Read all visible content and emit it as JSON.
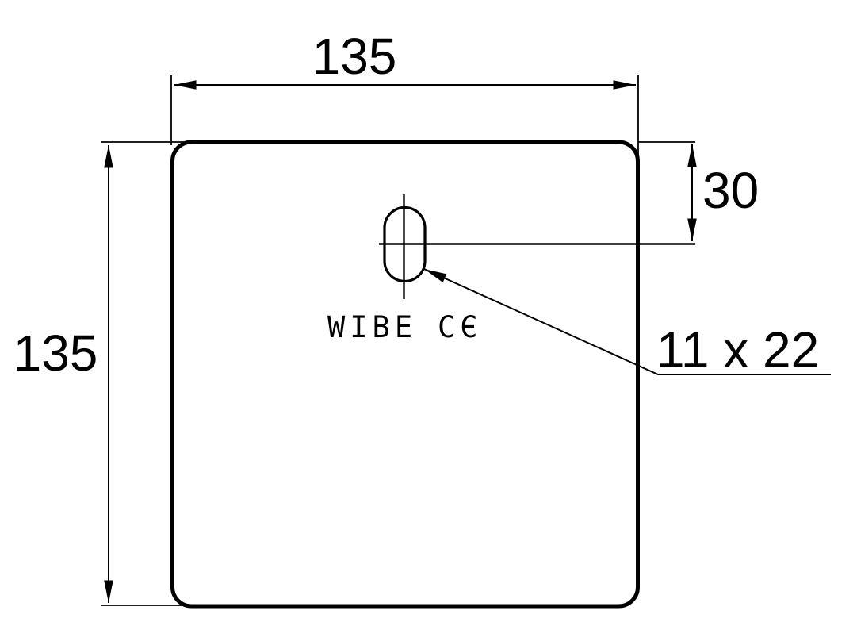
{
  "colors": {
    "line": "#000000",
    "background": "#ffffff"
  },
  "dimensions": {
    "top_width": "135",
    "left_height": "135",
    "slot_offset": "30",
    "slot_size": "11 x 22"
  },
  "labels": {
    "brand": "WIBE",
    "ce_mark": "CЄ"
  }
}
